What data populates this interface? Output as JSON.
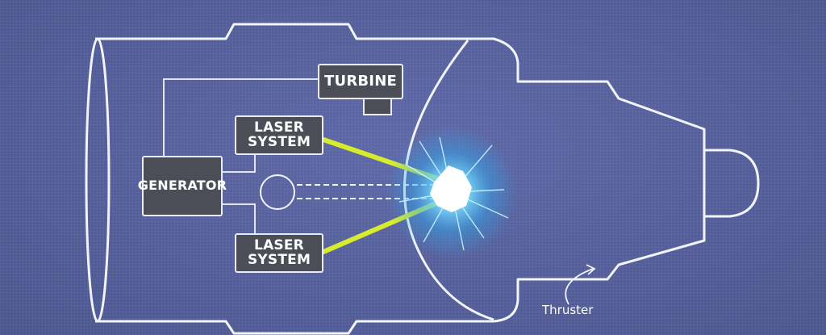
{
  "diagram": {
    "components": {
      "turbine": "TURBINE",
      "laser_top": "LASER\nSYSTEM",
      "laser_bottom": "LASER\nSYSTEM",
      "generator": "GENERATOR"
    },
    "callout_label": "Thruster",
    "colors": {
      "background": "#56609c",
      "outline": "#f2f4fb",
      "box_fill": "#4b4d57",
      "laser_beam": "#d7ec2c",
      "impact_glow": "#45c8ff"
    }
  }
}
